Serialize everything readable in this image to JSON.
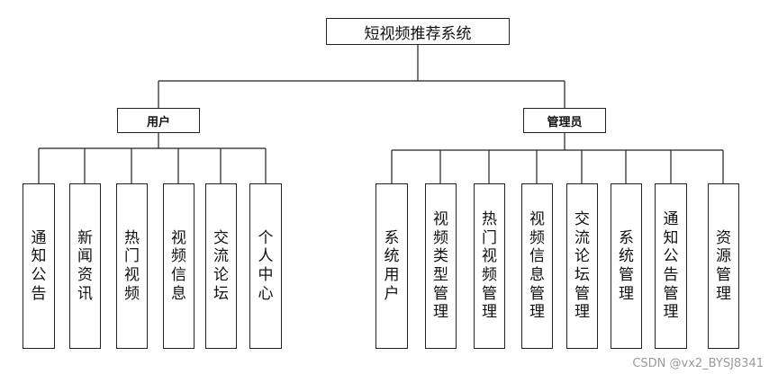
{
  "root": {
    "label": "短视频推荐系统"
  },
  "user": {
    "label": "用户",
    "items": [
      "通知公告",
      "新闻资讯",
      "热门视频",
      "视频信息",
      "交流论坛",
      "个人中心"
    ]
  },
  "admin": {
    "label": "管理员",
    "items": [
      "系统用户",
      "视频类型管理",
      "热门视频管理",
      "视频信息管理",
      "交流论坛管理",
      "系统管理",
      "通知公告管理",
      "资源管理"
    ]
  },
  "watermark": "CSDN @vx2_BYSJ8341"
}
